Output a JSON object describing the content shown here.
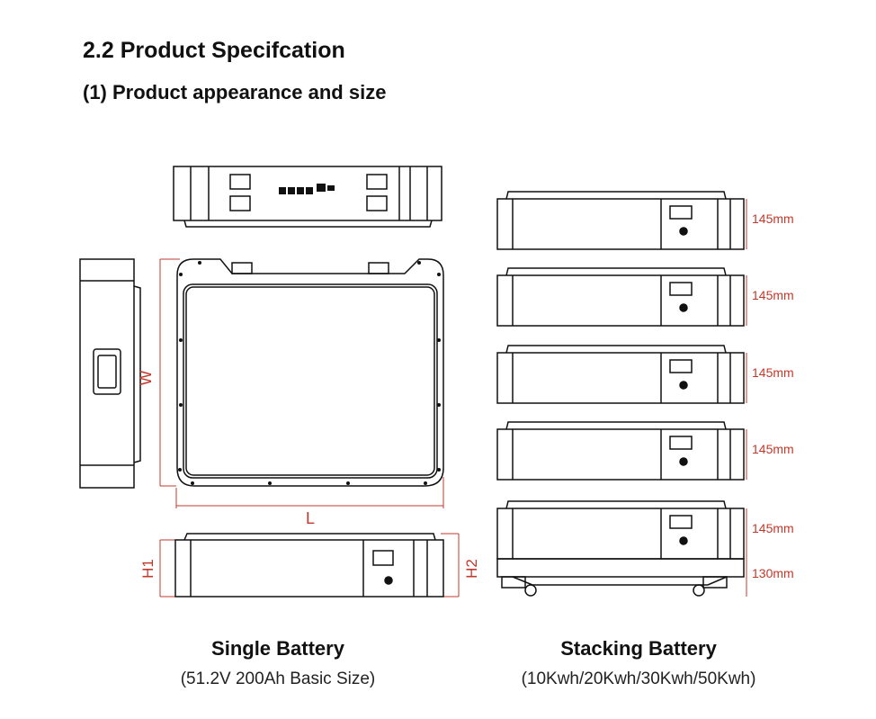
{
  "section_title": "2.2 Product Specifcation",
  "subsection_title": "(1) Product appearance and size",
  "dimensions": {
    "length_label": "L",
    "width_label": "W",
    "height1_label": "H1",
    "height2_label": "H2",
    "module_height": "145mm",
    "base_height": "130mm"
  },
  "stack_heights": [
    "145mm",
    "145mm",
    "145mm",
    "145mm",
    "145mm",
    "130mm"
  ],
  "single": {
    "title": "Single Battery",
    "subtitle": "(51.2V 200Ah Basic Size)"
  },
  "stacking": {
    "title": "Stacking Battery",
    "subtitle": "(10Kwh/20Kwh/30Kwh/50Kwh)"
  },
  "colors": {
    "line": "#111111",
    "dimension": "#c0392b"
  }
}
